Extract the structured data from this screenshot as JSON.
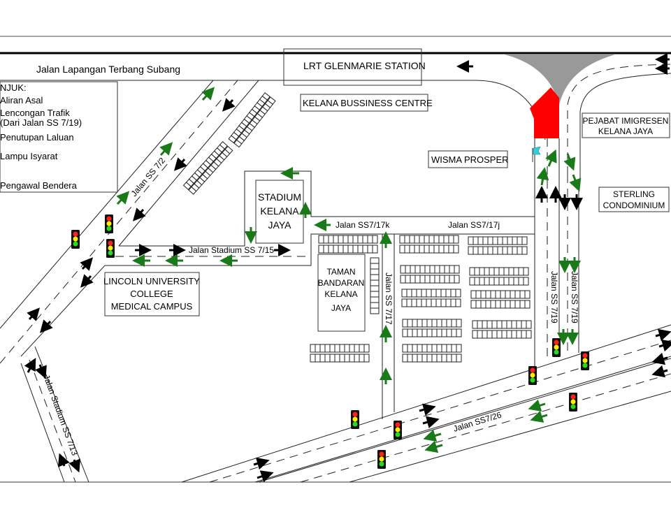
{
  "title": "Traffic diversion map - Kelana Jaya",
  "legend": {
    "heading": "NJUK:",
    "items": [
      {
        "label": "Aliran Asal",
        "icon": "black-arrow"
      },
      {
        "label": "Lencongan Trafik",
        "icon": "green-arrow"
      },
      {
        "label": "(Dari Jalan SS 7/19)",
        "icon": ""
      },
      {
        "label": "Penutupan Laluan",
        "icon": "red-closure"
      },
      {
        "label": "Lampu Isyarat",
        "icon": "traffic-light"
      },
      {
        "label": "Pengawal Bendera",
        "icon": "flag"
      }
    ]
  },
  "roads": {
    "lapangan_terbang": "Jalan Lapangan Terbang Subang",
    "ss7_2": "Jalan SS 7/2",
    "stadium_ss7_15": "Jalan Stadium SS 7/15",
    "stadium_ss7_13": "Jalan Stadium SS 7/13",
    "ss7_17k": "Jalan SS7/17k",
    "ss7_17j": "Jalan SS7/17j",
    "ss7_17": "Jalan SS 7/17",
    "ss7_19_a": "Jalan SS 7/19",
    "ss7_19_b": "Jalan SS 7/19",
    "ss7_26": "Jalan SS7/26"
  },
  "places": {
    "lrt": "LRT GLENMARIE STATION",
    "kelana_business": "KELANA BUSSINESS CENTRE",
    "wisma": "WISMA PROSPER",
    "imigresen_1": "PEJABAT IMIGRESEN",
    "imigresen_2": "KELANA JAYA",
    "sterling_1": "STERLING",
    "sterling_2": "CONDOMINIUM",
    "stadium_1": "STADIUM",
    "stadium_2": "KELANA",
    "stadium_3": "JAYA",
    "lincoln_1": "LINCOLN UNIVERSITY",
    "lincoln_2": "COLLEGE",
    "lincoln_3": "MEDICAL CAMPUS",
    "taman_1": "TAMAN",
    "taman_2": "BANDARAN",
    "taman_3": "KELANA",
    "taman_4": "JAYA"
  },
  "colors": {
    "original_flow": "#000000",
    "diversion": "#1a7a1a",
    "closure": "#ff0000",
    "island": "#999999",
    "flag": "#33ccdd",
    "light_red": "#ff2020",
    "light_yellow": "#ffee00",
    "light_green": "#22dd22"
  }
}
